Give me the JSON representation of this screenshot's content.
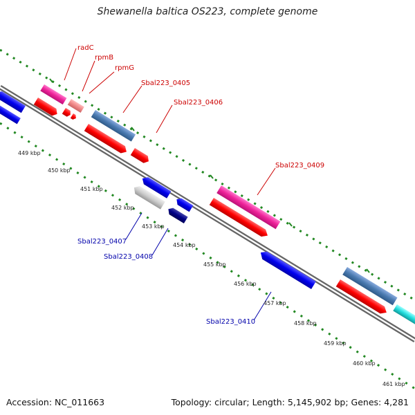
{
  "title": "Shewanella baltica OS223, complete genome",
  "footer": {
    "accession": "Accession: NC_011663",
    "topology": "Topology: circular; Length: 5,145,902 bp; Genes: 4,281"
  },
  "colors": {
    "forward_label": "#cc0000",
    "reverse_label": "#0000aa",
    "backbone": "#888888",
    "dots": "#228822"
  },
  "ticks": [
    "449 kbp",
    "450 kbp",
    "451 kbp",
    "452 kbp",
    "453 kbp",
    "454 kbp",
    "455 kbp",
    "456 kbp",
    "457 kbp",
    "458 kbp",
    "459 kbp",
    "460 kbp",
    "461 kbp"
  ],
  "gene_labels": {
    "radC": "radC",
    "rpmB": "rpmB",
    "rpmG": "rpmG",
    "sbal0405": "Sbal223_0405",
    "sbal0406": "Sbal223_0406",
    "sbal0409": "Sbal223_0409",
    "sbal0407": "Sbal223_0407",
    "sbal0408": "Sbal223_0408",
    "sbal0410": "Sbal223_0410"
  }
}
